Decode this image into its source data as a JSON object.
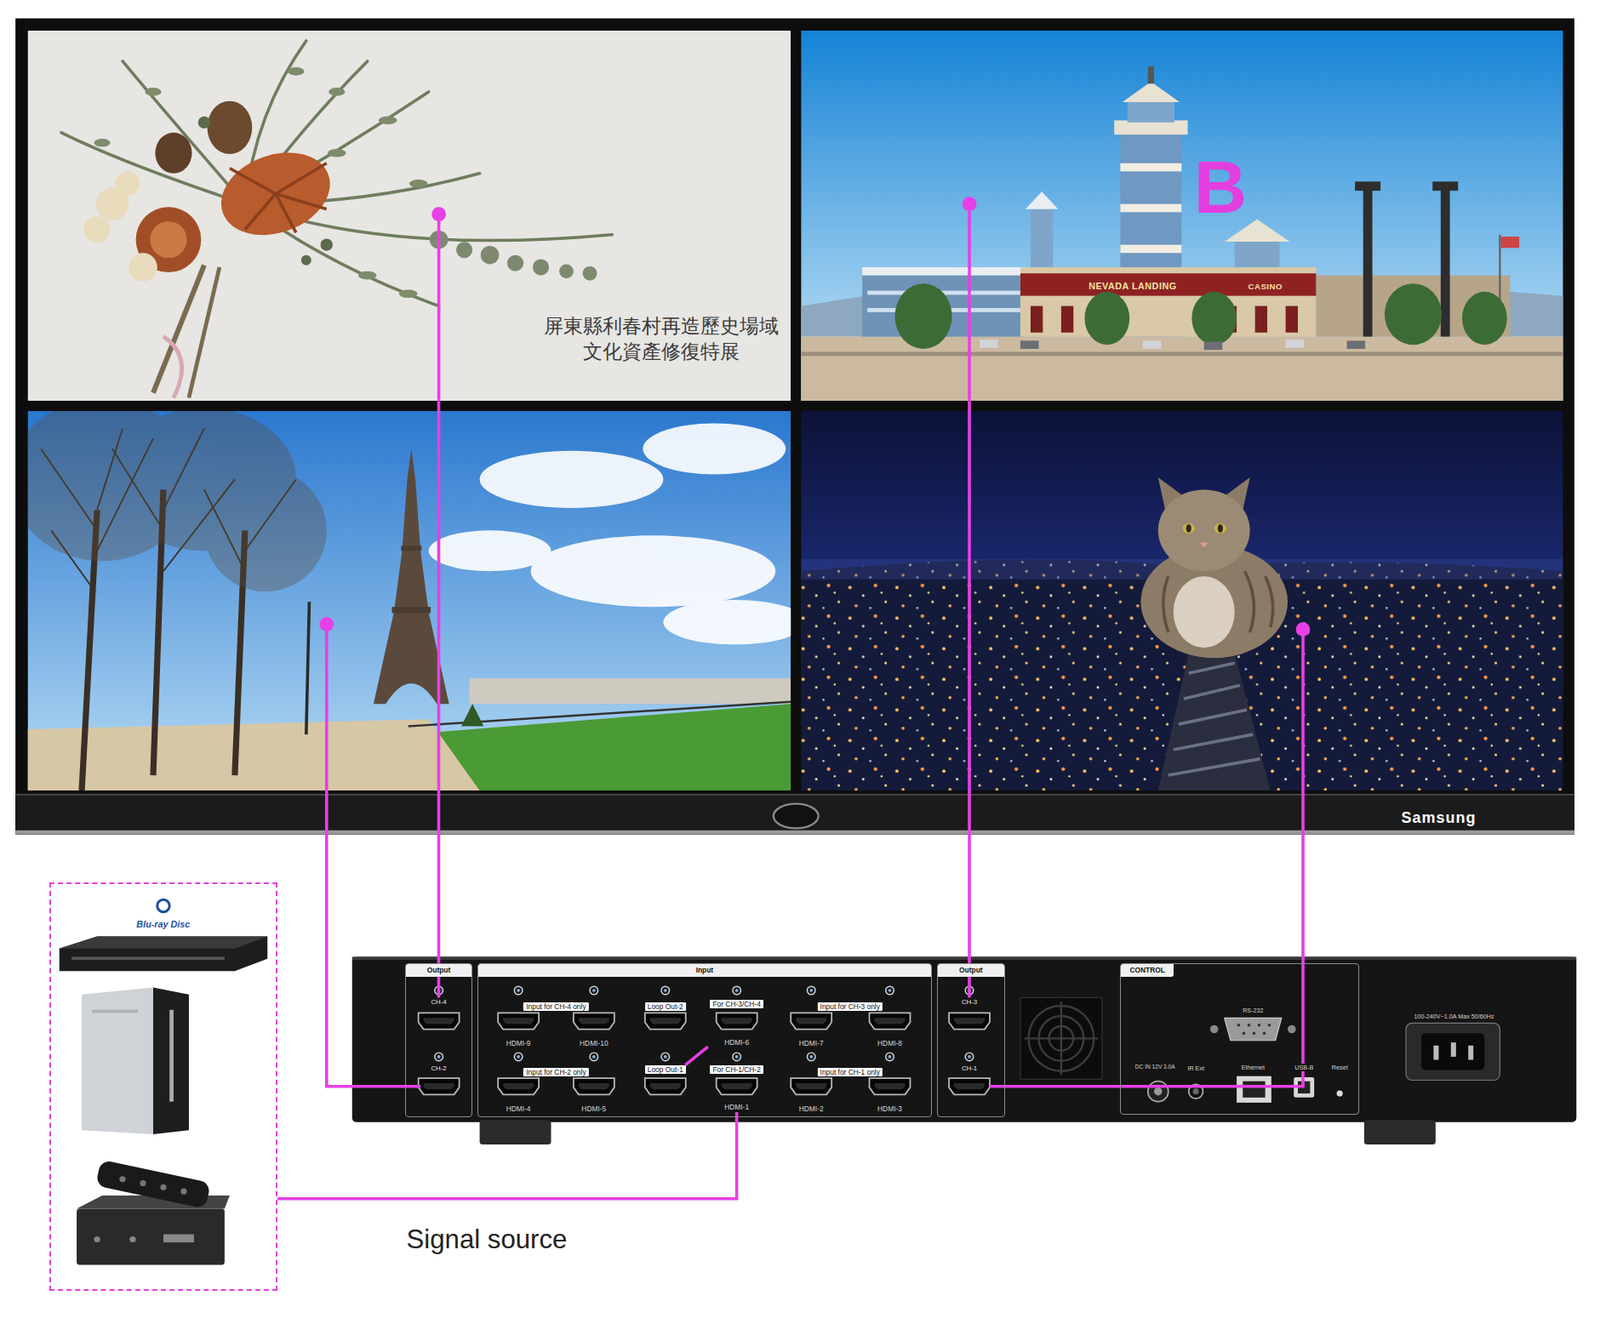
{
  "diagram": {
    "nodes": [
      {
        "text": [
          "屏東縣利春村再造歷史場域 文化資產修復特展"
        ]
      },
      {
        "text": [
          "B"
        ]
      },
      {
        "text": [
          "Output"
        ]
      },
      {
        "text": [
          "CH-4"
        ],
        "in": 2
      },
      {
        "text": [
          "CH-2"
        ],
        "in": 2
      },
      {
        "text": [
          "Input"
        ]
      },
      {
        "text": [
          "For CH-3/CH-4",
          "HDMI-6"
        ],
        "in": 5
      },
      {
        "text": [
          "Loop Out-1"
        ],
        "in": 5
      },
      {
        "text": [
          "For CH-1/CH-2",
          "HDMI-1"
        ],
        "in": 5
      },
      {
        "text": [
          "Output"
        ]
      },
      {
        "text": [
          "CH-3"
        ],
        "in": 9
      },
      {
        "text": [
          "CH-1"
        ],
        "in": 9
      },
      {
        "text": [
          "CONTROL"
        ]
      },
      {
        "text": [
          "Signal source"
        ]
      }
    ],
    "edges": [
      {
        "from": 0,
        "to": 3,
        "arrow": "none"
      },
      {
        "from": 1,
        "to": 10,
        "arrow": "none"
      },
      {
        "from": 13,
        "to": 8,
        "arrow": "none"
      },
      {
        "from": 7,
        "to": 6,
        "arrow": "none"
      }
    ],
    "labels": [
      "NEVADA LANDING",
      "CASINO",
      "Samsung",
      "Blu-ray Disc",
      "Input for CH-4 only",
      "Loop Out-2",
      "Input for CH-3 only",
      "HDMI-9",
      "HDMI-10",
      "HDMI-7",
      "HDMI-8",
      "Input for CH-2 only",
      "Input for CH-1 only",
      "HDMI-4",
      "HDMI-5",
      "HDMI-2",
      "HDMI-3",
      "RS-232",
      "DC IN 12V 3.0A",
      "IR Ext",
      "Ethernet",
      "USB-B",
      "Reset",
      "100-240V~1.0A Max 50/60Hz"
    ]
  }
}
